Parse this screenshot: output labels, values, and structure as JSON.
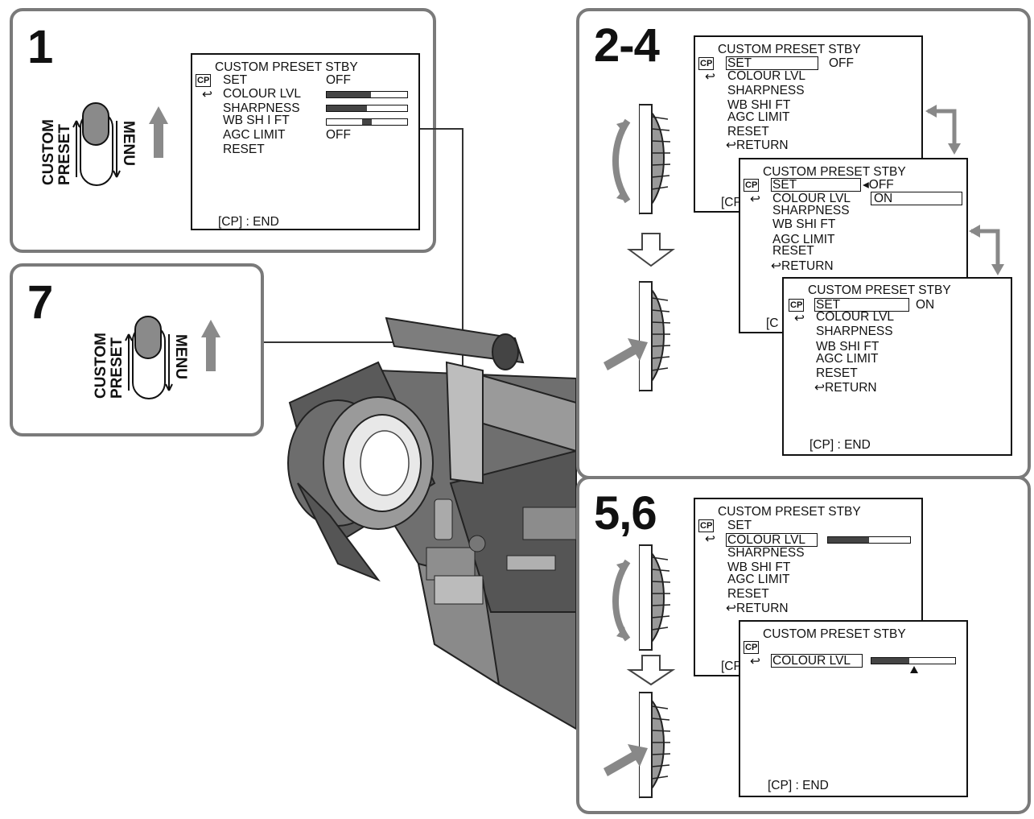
{
  "steps": {
    "s1": "1",
    "s7": "7",
    "s24": "2-4",
    "s56": "5,6"
  },
  "switch": {
    "custom": "CUSTOM",
    "preset": "PRESET",
    "menu": "MENU"
  },
  "screen1": {
    "title": "CUSTOM  PRESET STBY",
    "cp": "CP",
    "items": [
      "SET",
      "COLOUR  LVL",
      "SHARPNESS",
      "WB  SH I FT",
      "AGC  LIMIT",
      "RESET"
    ],
    "set_value": "OFF",
    "agc_value": "OFF",
    "levels": {
      "colour": 0.55,
      "sharpness": 0.5,
      "wb_shift": 0.5
    },
    "footer": "[CP] : END"
  },
  "screen2": {
    "title": "CUSTOM  PRESET STBY",
    "cp": "CP",
    "items": [
      "SET",
      "COLOUR  LVL",
      "SHARPNESS",
      "WB  SHI FT",
      "AGC  LIMIT",
      "RESET",
      "RETURN"
    ],
    "set_value": "OFF",
    "footer": "[CP"
  },
  "screen3": {
    "title": "CUSTOM  PRESET STBY",
    "cp": "CP",
    "items": [
      "SET",
      "COLOUR  LVL",
      "SHARPNESS",
      "WB  SHI FT",
      "AGC  LIMIT",
      "RESET",
      "RETURN"
    ],
    "opt_off": "OFF",
    "opt_on": "ON",
    "footer": "[C"
  },
  "screen4": {
    "title": "CUSTOM  PRESET STBY",
    "cp": "CP",
    "items": [
      "SET",
      "COLOUR  LVL",
      "SHARPNESS",
      "WB  SHI FT",
      "AGC  LIMIT",
      "RESET",
      "RETURN"
    ],
    "set_value": "ON",
    "footer": "[CP] : END"
  },
  "screen5": {
    "title": "CUSTOM  PRESET STBY",
    "cp": "CP",
    "items": [
      "SET",
      "COLOUR  LVL",
      "SHARPNESS",
      "WB  SHI FT",
      "AGC  LIMIT",
      "RESET",
      "RETURN"
    ],
    "level": 0.5,
    "footer": "[CP"
  },
  "screen6": {
    "title": "CUSTOM  PRESET STBY",
    "cp": "CP",
    "item": "COLOUR  LVL",
    "level": 0.45,
    "footer": "[CP] : END"
  }
}
